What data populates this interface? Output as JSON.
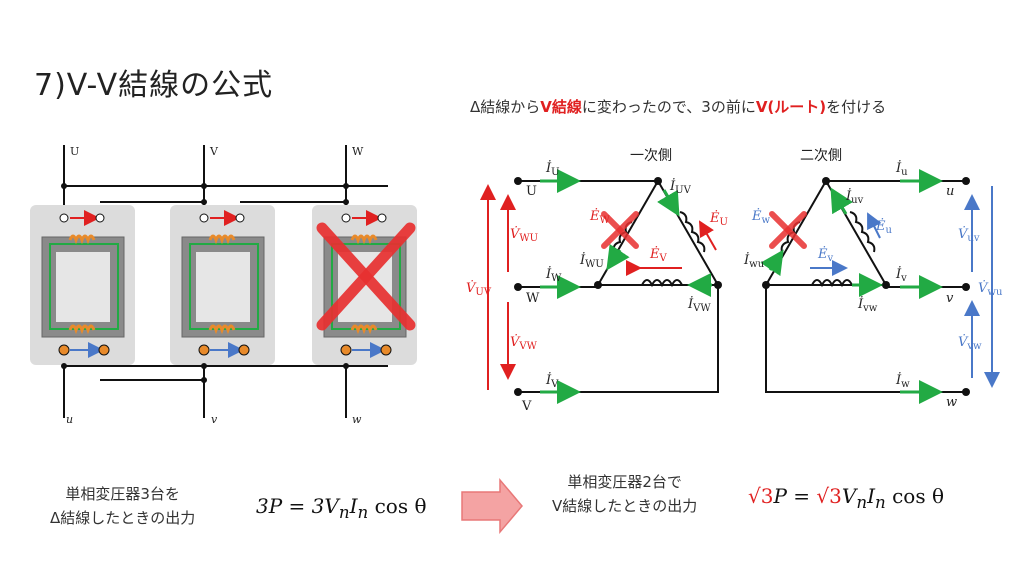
{
  "title": "7)V-V結線の公式",
  "subtitle": {
    "part1": "Δ結線から",
    "part2": "V結線",
    "part3": "に変わったので、3の前に",
    "part4": "V(ルート)",
    "part5": "を付ける"
  },
  "left_panel": {
    "primary_labels": [
      "U",
      "V",
      "W"
    ],
    "secondary_labels": [
      "u",
      "v",
      "w"
    ]
  },
  "primary_side": {
    "heading": "一次側",
    "nodes": [
      "U",
      "W",
      "V"
    ],
    "currents": [
      "İ",
      "U",
      "İ",
      "W",
      "İ",
      "V",
      "İ",
      "UV",
      "İ",
      "WU",
      "İ",
      "VW"
    ],
    "emf": [
      "Ė",
      "W",
      "Ė",
      "U",
      "Ė",
      "V"
    ],
    "voltages": [
      "V̇",
      "WU",
      "V̇",
      "VW",
      "V̇",
      "UV"
    ]
  },
  "secondary_side": {
    "heading": "二次側",
    "nodes": [
      "u",
      "v",
      "w"
    ],
    "currents": [
      "İ",
      "u",
      "İ",
      "v",
      "İ",
      "w",
      "İ",
      "uv",
      "İ",
      "wu",
      "İ",
      "vw"
    ],
    "emf": [
      "Ė",
      "w",
      "Ė",
      "u",
      "Ė",
      "v"
    ],
    "voltages": [
      "V̇",
      "uv",
      "V̇",
      "vw",
      "V̇",
      "wu"
    ]
  },
  "caption_left": {
    "line1": "単相変圧器3台を",
    "line2": "Δ結線したときの出力"
  },
  "caption_right": {
    "line1": "単相変圧器2台で",
    "line2": "V結線したときの出力"
  },
  "formula_left": {
    "lhs": "3P",
    "eq": " = ",
    "rhs": "3V",
    "sub1": "n",
    "mid": "I",
    "sub2": "n",
    "tail": " cos θ"
  },
  "formula_right": {
    "lhs_root": "√3",
    "lhs_p": "P",
    "eq": " = ",
    "rhs_root": "√3",
    "rhs": "V",
    "sub1": "n",
    "mid": "I",
    "sub2": "n",
    "tail": " cos θ"
  },
  "colors": {
    "red": "#e02020",
    "green": "#22aa44",
    "blue": "#4a78c8",
    "orange": "#e88a2a"
  }
}
